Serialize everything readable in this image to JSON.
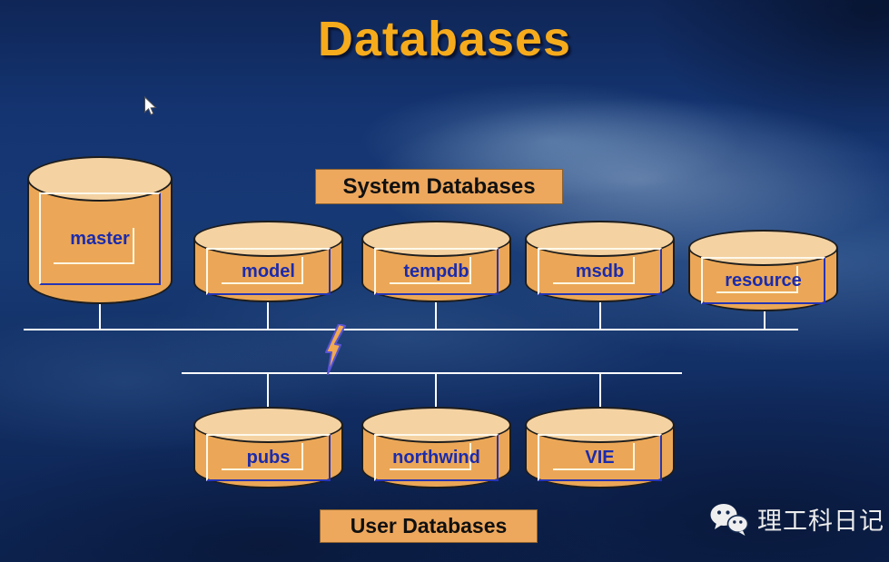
{
  "slide": {
    "title": "Databases"
  },
  "sections": {
    "system": {
      "label": "System Databases"
    },
    "user": {
      "label": "User Databases"
    }
  },
  "databases": {
    "master": "master",
    "system": [
      "model",
      "tempdb",
      "msdb",
      "resource"
    ],
    "user": [
      "pubs",
      "northwind",
      "VIE"
    ]
  },
  "watermark": {
    "brand": "理工科日记"
  },
  "icons": {
    "watermark": "wechat-speech-bubbles",
    "connector_break": "lightning-bolt",
    "pointer": "mouse-cursor-arrow"
  },
  "colors": {
    "title": "#F5AB1C",
    "cylinder_body": "#EBA757",
    "cylinder_top": "#F4D2A2",
    "db_label_text": "#1B2BAD",
    "section_box_bg": "#EDA85E",
    "connector": "#FFFFFF",
    "background_base": "#14306B"
  }
}
